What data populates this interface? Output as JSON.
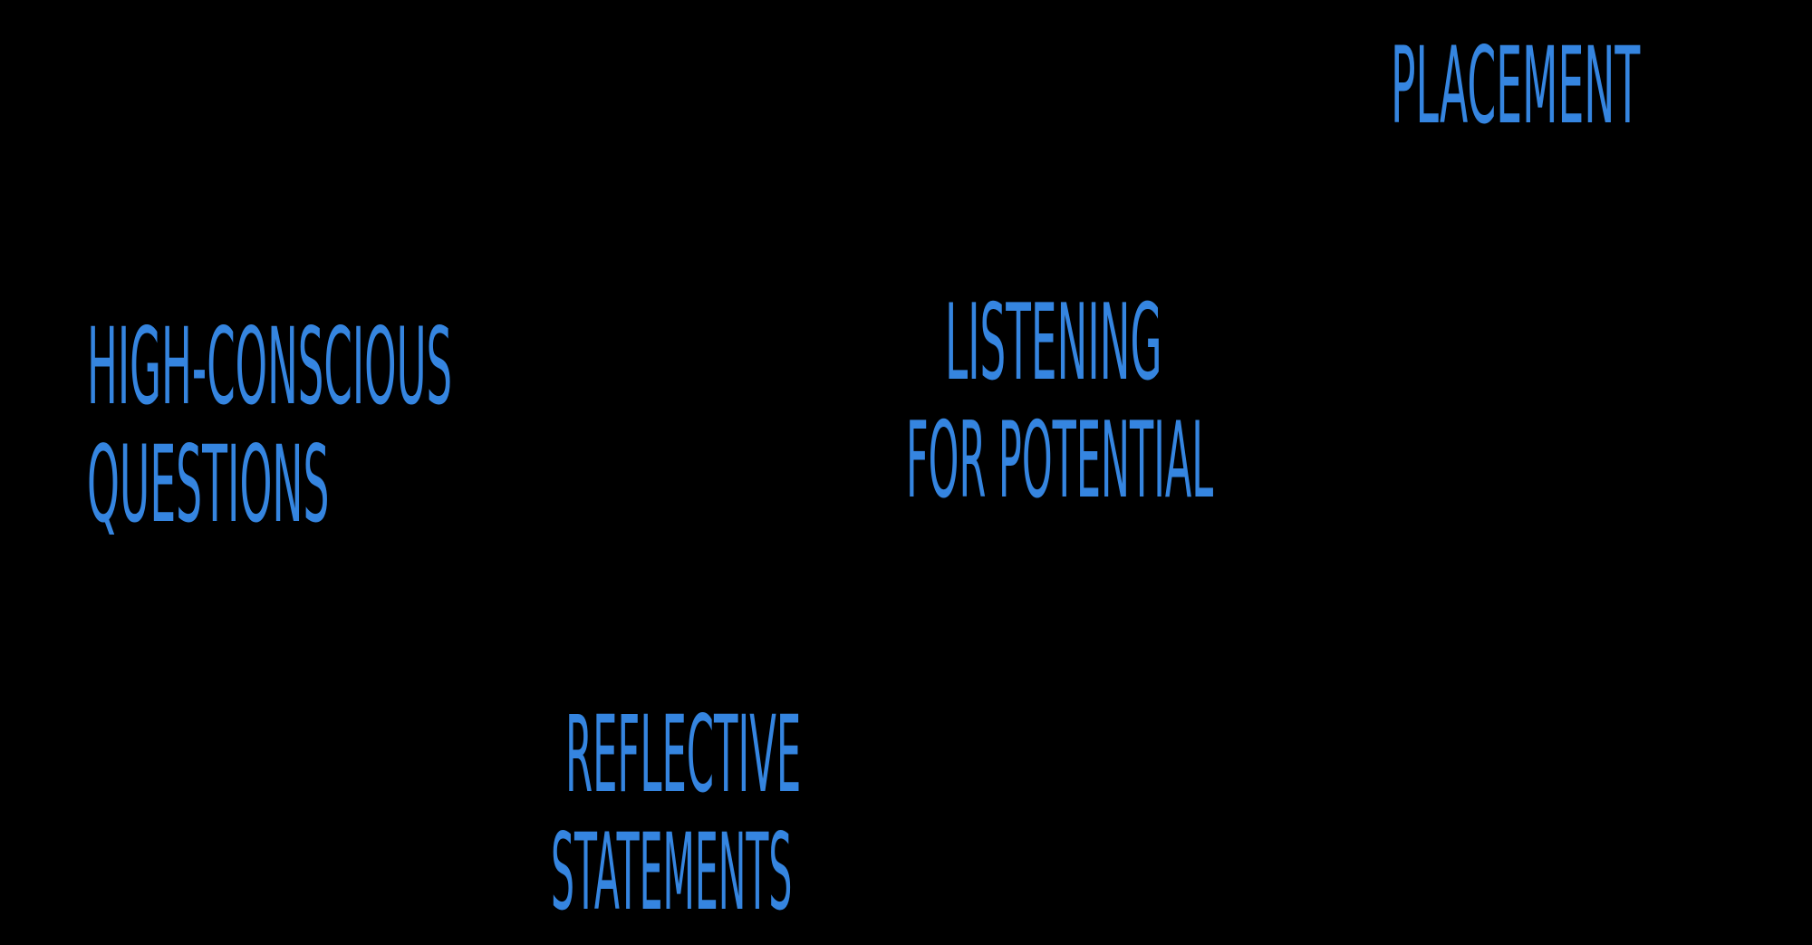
{
  "background_color": "#000000",
  "text_color": "#3585E0",
  "labels": {
    "placement": {
      "lines": [
        "PLACEMENT"
      ]
    },
    "high_conscious_questions": {
      "lines": [
        "HIGH-CONSCIOUS",
        "QUESTIONS"
      ]
    },
    "listening_for_potential": {
      "lines": [
        "LISTENING",
        "FOR POTENTIAL"
      ]
    },
    "reflective_statements": {
      "lines": [
        "REFLECTIVE",
        "STATEMENTS"
      ]
    }
  }
}
